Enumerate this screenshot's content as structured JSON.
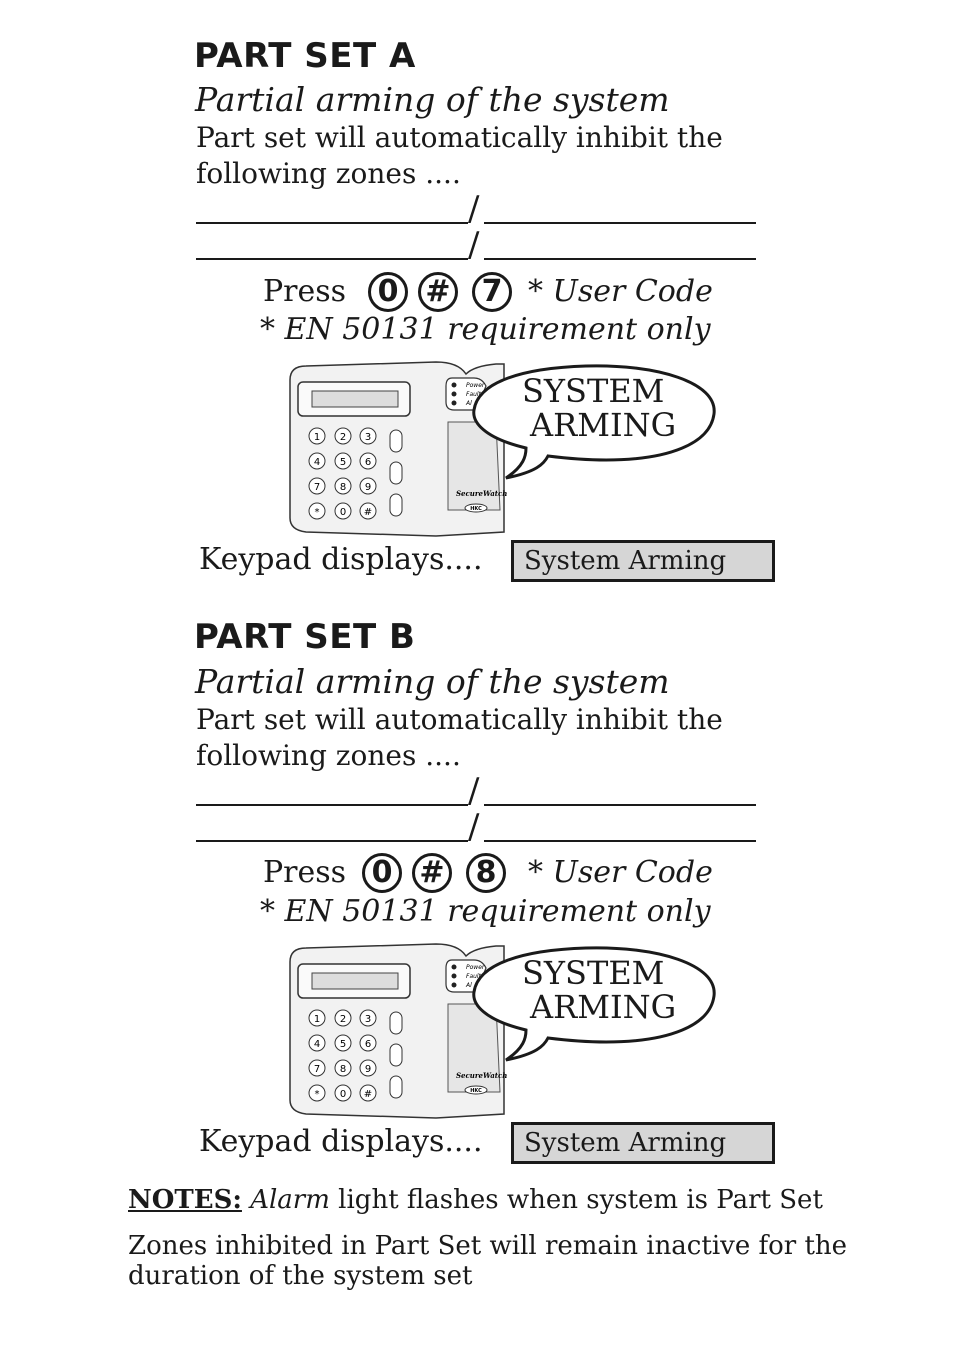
{
  "sections": [
    {
      "heading": "PART SET A",
      "subtitle": "Partial arming of the system",
      "desc_line1": "Part set will automatically inhibit the",
      "desc_line2": "following zones ....",
      "press_label": "Press",
      "keys": [
        "0",
        "#",
        "7"
      ],
      "user_code": "* User Code",
      "requirement": "* EN 50131 requirement only",
      "bubble_line1": "SYSTEM",
      "bubble_line2": "ARMING",
      "keypad_displays_label": "Keypad displays....",
      "display_text": "System Arming"
    },
    {
      "heading": "PART SET B",
      "subtitle": "Partial arming of the system",
      "desc_line1": "Part set will automatically inhibit the",
      "desc_line2": "following zones ....",
      "press_label": "Press",
      "keys": [
        "0",
        "#",
        "8"
      ],
      "user_code": "* User Code",
      "requirement": "* EN 50131 requirement only",
      "bubble_line1": "SYSTEM",
      "bubble_line2": "ARMING",
      "keypad_displays_label": "Keypad displays....",
      "display_text": "System Arming"
    }
  ],
  "keypad_device": {
    "led_labels": [
      "Power",
      "Fault",
      "Al"
    ],
    "buttons": [
      "1",
      "2",
      "3",
      "4",
      "5",
      "6",
      "7",
      "8",
      "9",
      "*",
      "0",
      "#"
    ],
    "brand": "SecureWatch",
    "logo": "HKC"
  },
  "notes": {
    "label": "NOTES:",
    "alarm_word": "Alarm",
    "line1_rest": " light flashes when system is Part Set",
    "line2": "Zones inhibited in Part Set will remain inactive for the",
    "line3": "duration of the system set"
  }
}
